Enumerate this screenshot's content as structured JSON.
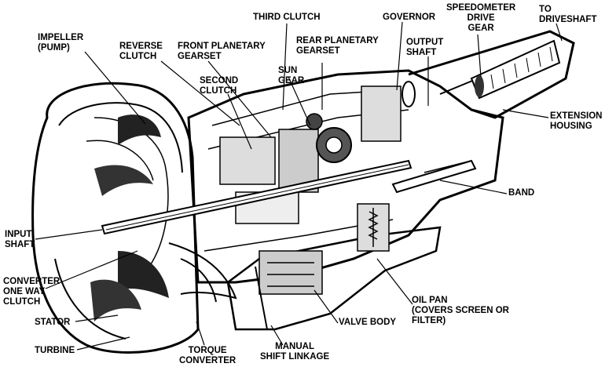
{
  "labels": {
    "impeller": [
      "IMPELLER",
      "(PUMP)"
    ],
    "reverse_clutch": [
      "REVERSE",
      "CLUTCH"
    ],
    "front_planetary": [
      "FRONT PLANETARY",
      "GEARSET"
    ],
    "third_clutch": "THIRD CLUTCH",
    "governor": "GOVERNOR",
    "speedometer": [
      "SPEEDOMETER",
      "DRIVE",
      "GEAR"
    ],
    "driveshaft": [
      "TO",
      "DRIVESHAFT"
    ],
    "rear_planetary": [
      "REAR PLANETARY",
      "GEARSET"
    ],
    "output_shaft": [
      "OUTPUT",
      "SHAFT"
    ],
    "second_clutch": [
      "SECOND",
      "CLUTCH"
    ],
    "sun_gear": [
      "SUN",
      "GEAR"
    ],
    "extension_housing": [
      "EXTENSION",
      "HOUSING"
    ],
    "band": "BAND",
    "input_shaft": [
      "INPUT",
      "SHAFT"
    ],
    "converter_clutch": [
      "CONVERTER",
      "ONE WAY",
      "CLUTCH"
    ],
    "oil_pan": [
      "OIL PAN",
      "(COVERS SCREEN OR",
      "FILTER)"
    ],
    "stator": "STATOR",
    "valve_body": "VALVE BODY",
    "turbine": "TURBINE",
    "torque_converter": [
      "TORQUE",
      "CONVERTER"
    ],
    "manual_shift": [
      "MANUAL",
      "SHIFT LINKAGE"
    ]
  }
}
